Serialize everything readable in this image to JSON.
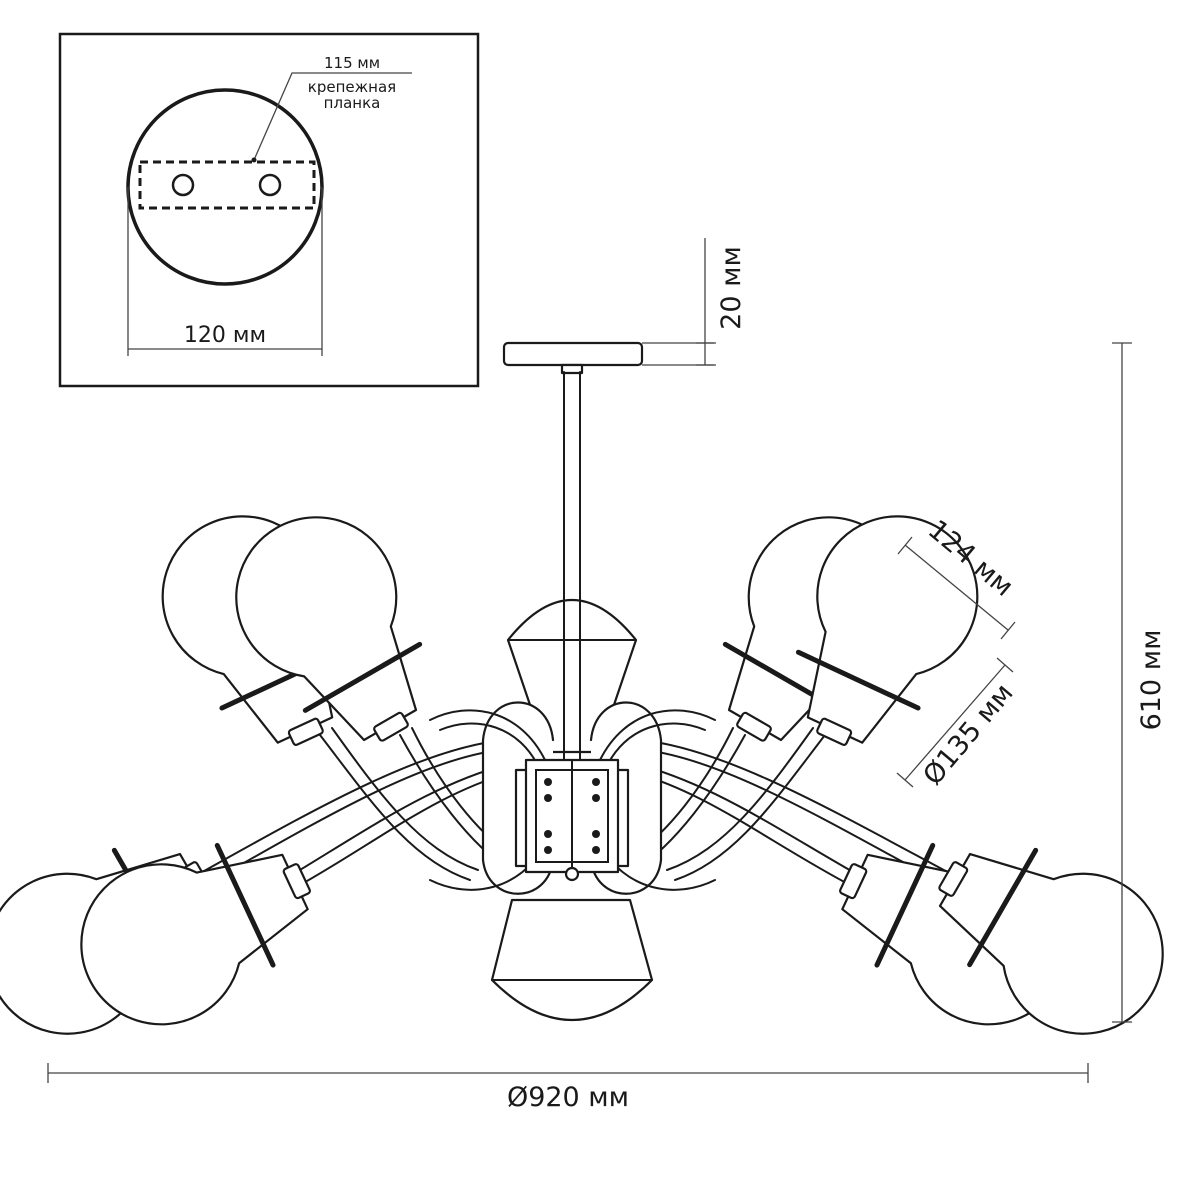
{
  "colors": {
    "line": "#1a1a1a",
    "dimension_line": "#444444",
    "background": "#ffffff"
  },
  "detail": {
    "plate_width": "115 мм",
    "plate_label_line1": "крепежная",
    "plate_label_line2": "планка",
    "canopy_diameter": "120 мм"
  },
  "dimensions": {
    "canopy_height": "20 мм",
    "total_height": "610 мм",
    "shade_height": "124 мм",
    "shade_diameter": "Ø135 мм",
    "total_diameter": "Ø920 мм"
  }
}
